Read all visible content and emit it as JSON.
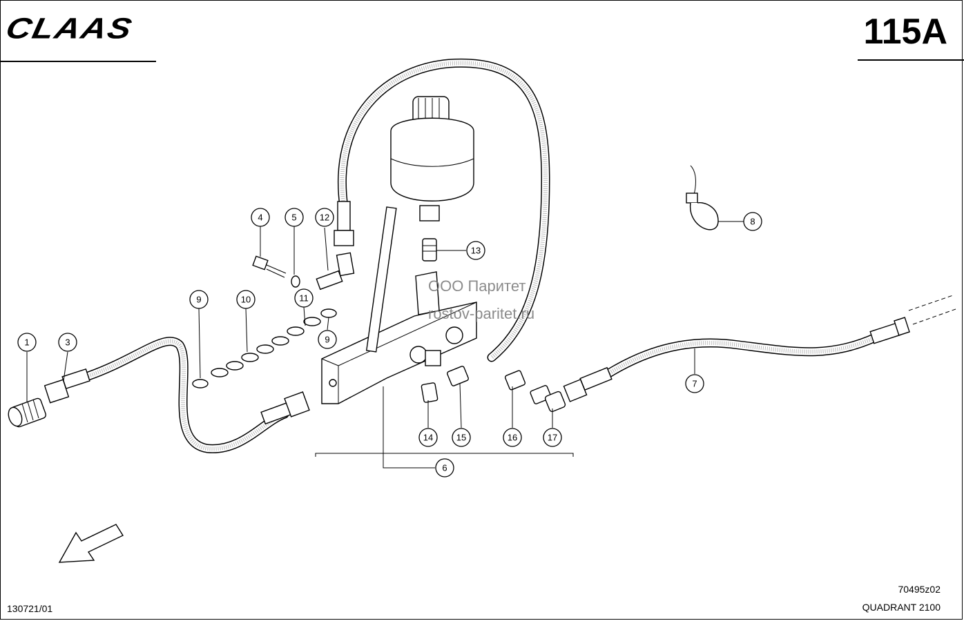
{
  "header": {
    "logo_text": "CLAAS",
    "page_number": "115A"
  },
  "watermark": {
    "line1": "ООО Паритет",
    "line2": "rostov-paritet.ru"
  },
  "footer": {
    "doc_code": "130721/01",
    "drawing_ref": "70495z02",
    "model": "QUADRANT 2100"
  },
  "callouts": [
    "1",
    "3",
    "4",
    "5",
    "12",
    "13",
    "8",
    "9",
    "10",
    "11",
    "9",
    "7",
    "14",
    "15",
    "16",
    "17",
    "6"
  ],
  "icons": {
    "direction_arrow": "arrow-down-left-icon"
  }
}
